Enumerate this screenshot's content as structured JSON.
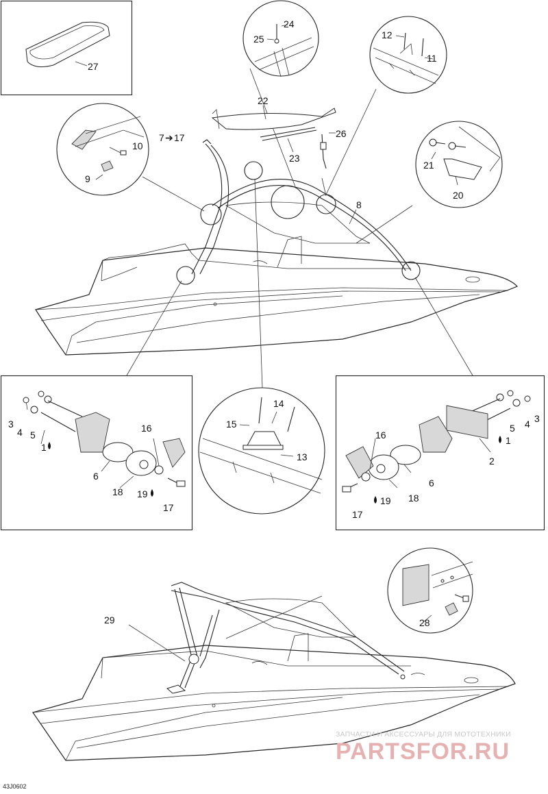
{
  "figure_ref": "43J0602",
  "watermark": {
    "line1": "ЗАПЧАСТИ И АКСЕССУАРЫ ДЛЯ МОТОТЕХНИКИ",
    "line2": "PARTSFOR.RU"
  },
  "callouts": {
    "c1a": "1",
    "c1b": "1",
    "c2": "2",
    "c3a": "3",
    "c3b": "3",
    "c4a": "4",
    "c4b": "4",
    "c5a": "5",
    "c5b": "5",
    "c6a": "6",
    "c6b": "6",
    "c7": "7",
    "c17top": "17",
    "c8": "8",
    "c9": "9",
    "c10": "10",
    "c11": "11",
    "c12": "12",
    "c13": "13",
    "c14": "14",
    "c15": "15",
    "c16a": "16",
    "c16b": "16",
    "c17a": "17",
    "c17b": "17",
    "c18a": "18",
    "c18b": "18",
    "c19a": "19",
    "c19b": "19",
    "c20": "20",
    "c21": "21",
    "c22": "22",
    "c23": "23",
    "c24": "24",
    "c25": "25",
    "c26": "26",
    "c27": "27",
    "c28": "28",
    "c29": "29"
  },
  "arrow_symbol": "➔"
}
